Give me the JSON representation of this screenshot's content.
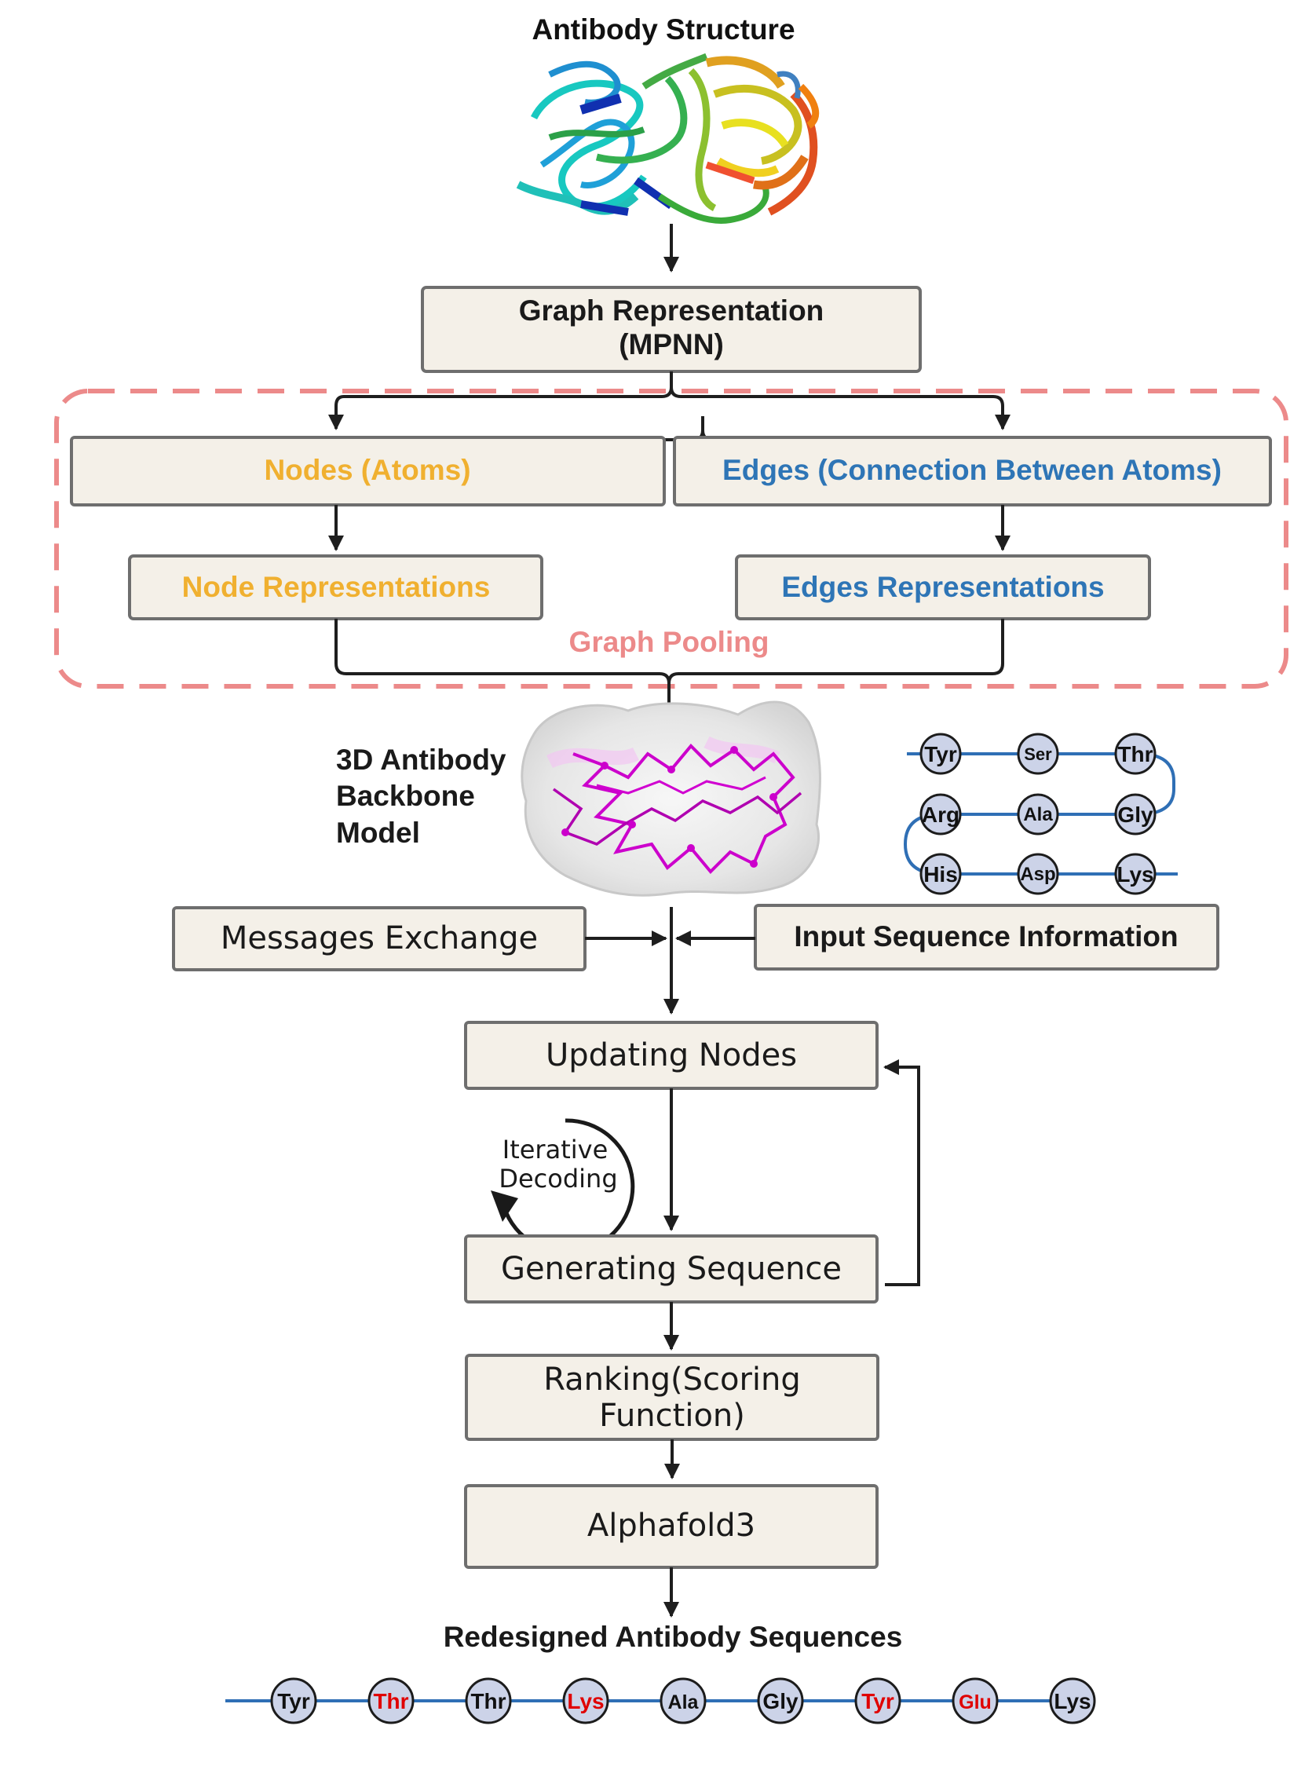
{
  "colors": {
    "box_fill": "#f4f0e8",
    "box_stroke": "#6e6e6e",
    "nodes_text": "#f0b030",
    "edges_text": "#2e75b6",
    "pooling_dash": "#ec8a8a",
    "pooling_text": "#ec8a8a",
    "mutation_text": "#e00000",
    "residue_fill": "#ccd3e8",
    "chain_line": "#2f6fb5",
    "backbone_magenta": "#cc00cc"
  },
  "diagram": {
    "title_top": "Antibody Structure",
    "graph_rep_line1": "Graph Representation",
    "graph_rep_line2": "(MPNN)",
    "nodes_label": "Nodes (Atoms)",
    "edges_label": "Edges (Connection Between Atoms)",
    "node_rep_label": "Node Representations",
    "edge_rep_label": "Edges Representations",
    "graph_pooling_label": "Graph Pooling",
    "backbone_line1": "3D Antibody",
    "backbone_line2": "Backbone",
    "backbone_line3": "Model",
    "messages_label": "Messages Exchange",
    "input_seq_label": "Input Sequence Information",
    "updating_label": "Updating Nodes",
    "iterative_line1": "Iterative",
    "iterative_line2": "Decoding",
    "generating_label": "Generating Sequence",
    "ranking_line1": "Ranking(Scoring",
    "ranking_line2": "Function)",
    "alphafold_label": "Alphafold3",
    "redesigned_label": "Redesigned Antibody Sequences"
  },
  "input_sequence": [
    [
      "Tyr",
      "Ser",
      "Thr"
    ],
    [
      "Arg",
      "Ala",
      "Gly"
    ],
    [
      "His",
      "Asp",
      "Lys"
    ]
  ],
  "redesigned_sequence": [
    {
      "label": "Tyr",
      "mutated": false
    },
    {
      "label": "Thr",
      "mutated": true
    },
    {
      "label": "Thr",
      "mutated": false
    },
    {
      "label": "Lys",
      "mutated": true
    },
    {
      "label": "Ala",
      "mutated": false
    },
    {
      "label": "Gly",
      "mutated": false
    },
    {
      "label": "Tyr",
      "mutated": true
    },
    {
      "label": "Glu",
      "mutated": true
    },
    {
      "label": "Lys",
      "mutated": false
    }
  ]
}
